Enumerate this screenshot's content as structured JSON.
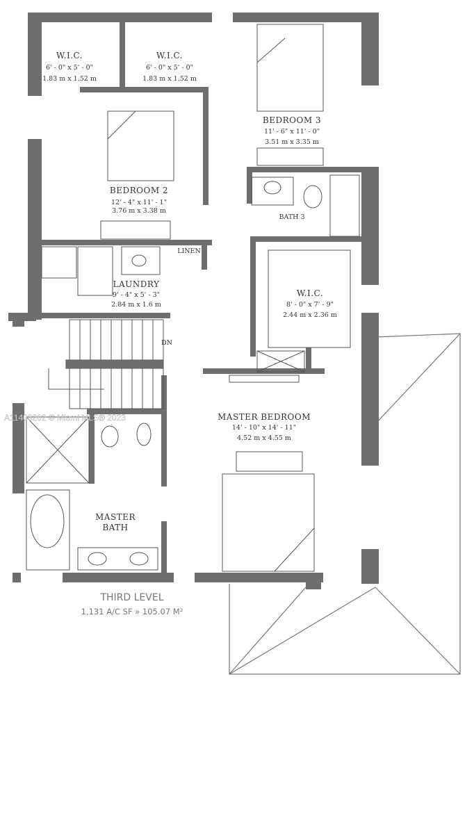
{
  "plan": {
    "title": "THIRD LEVEL",
    "area": "1,131 A/C SF » 105.07 M²",
    "watermark": "A11408202 © Miami MLS® 2023",
    "rooms": [
      {
        "name": "W.I.C.",
        "dim_imperial": "6' - 0\" x 5' - 0\"",
        "dim_metric": "1.83 m x 1.52 m"
      },
      {
        "name": "W.I.C.",
        "dim_imperial": "6' - 0\" x 5' - 0\"",
        "dim_metric": "1.83 m x 1.52 m"
      },
      {
        "name": "BEDROOM 3",
        "dim_imperial": "11' - 6\" x 11' - 0\"",
        "dim_metric": "3.51 m x 3.35 m"
      },
      {
        "name": "BEDROOM 2",
        "dim_imperial": "12' - 4\" x 11' - 1\"",
        "dim_metric": "3.76 m x 3.38 m"
      },
      {
        "name": "BATH 3"
      },
      {
        "name": "LINEN"
      },
      {
        "name": "LAUNDRY",
        "dim_imperial": "9' - 4\" x 5' - 3\"",
        "dim_metric": "2.84 m x 1.6 m"
      },
      {
        "name": "W.I.C.",
        "dim_imperial": "8' - 0\" x 7' - 9\"",
        "dim_metric": "2.44 m x 2.36 m"
      },
      {
        "name": "MASTER BEDROOM",
        "dim_imperial": "14' - 10\" x 14' - 11\"",
        "dim_metric": "4.52 m x 4.55 m"
      },
      {
        "name": "MASTER",
        "name2": "BATH"
      }
    ],
    "stair_label": "DN"
  }
}
